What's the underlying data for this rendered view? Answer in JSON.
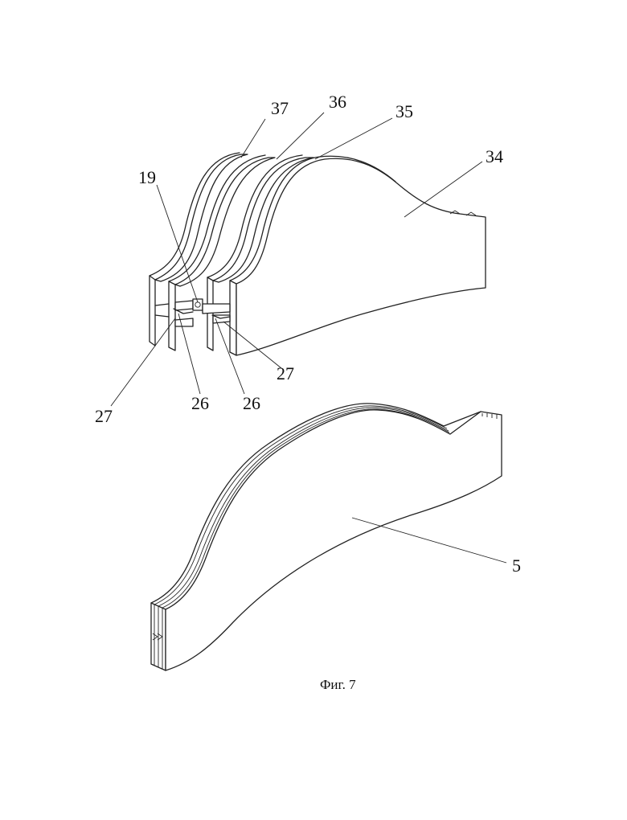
{
  "labels": {
    "l37": "37",
    "l36": "36",
    "l35": "35",
    "l34": "34",
    "l19": "19",
    "l27_right": "27",
    "l27_left": "27",
    "l26_left": "26",
    "l26_right": "26",
    "l5": "5"
  },
  "caption": "Фиг. 7"
}
